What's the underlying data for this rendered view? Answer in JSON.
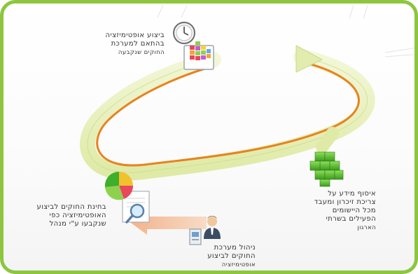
{
  "colors": {
    "border": "#8cc63f",
    "ring_light": "#e8f1b8",
    "ring_orange": "#e8821e",
    "arrow_peach": "#f6c8a8",
    "cube_green": "#5cb832"
  },
  "steps": [
    {
      "id": "performance",
      "icon": "clock-and-blocks-icon",
      "lines": [
        "ביצוע אופטימיזציה",
        "בהתאם למערכת",
        "החוקים שנקבעה"
      ]
    },
    {
      "id": "collect",
      "icon": "green-cubes-icon",
      "lines": [
        "איסוף מידע על",
        "צריכת זיכרון ומעבד",
        "מכל היישומים",
        "הפעילים בשרתי",
        "הארגון"
      ]
    },
    {
      "id": "manage",
      "icon": "admin-user-icon",
      "lines": [
        "ניהול מערכת",
        "החוקים לביצוע",
        "אופטימיזציה"
      ]
    },
    {
      "id": "review",
      "icon": "pie-chart-magnifier-icon",
      "lines": [
        "בחינת החוקים לביצוע",
        "האופטימיזציה כפי",
        "שנקבעו ע\"י מנהל"
      ]
    }
  ]
}
